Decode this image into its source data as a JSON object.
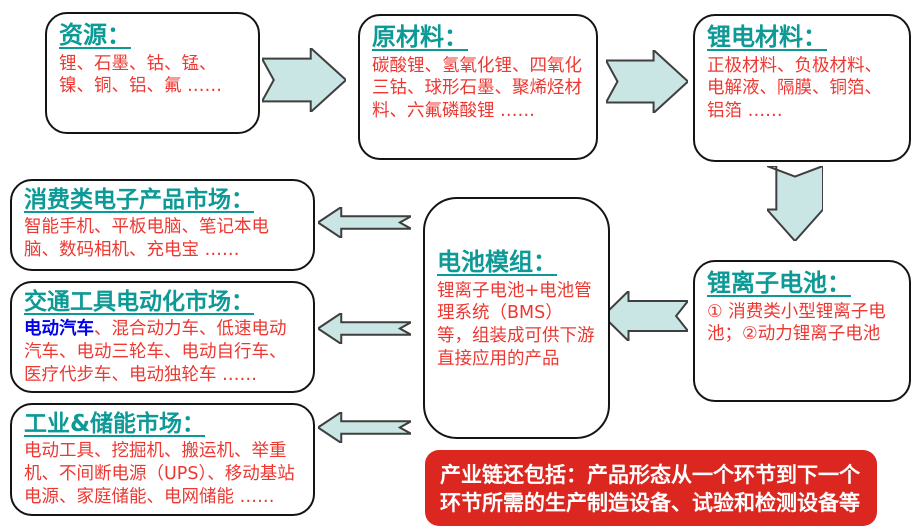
{
  "colors": {
    "heading_teal": "#0D9A96",
    "body_red": "#ED3832",
    "highlight_blue": "#0000EE",
    "arrow_fill": "#C9E6E5",
    "arrow_stroke": "#3F3F3F",
    "note_background": "#DC2620",
    "note_text": "#FFFFFF",
    "box_border": "#141414"
  },
  "boxes": {
    "resource": {
      "title": "资源：",
      "body": "锂、石墨、钴、锰、镍、铜、铝、氟 ……"
    },
    "raw_materials": {
      "title": "原材料：",
      "body": "碳酸锂、氢氧化锂、四氧化三钴、球形石墨、聚烯烃材料、六氟磷酸锂 ……"
    },
    "lithium_battery_materials": {
      "title": "锂电材料：",
      "body": "正极材料、负极材料、电解液、隔膜、铜箔、铝箔 ……"
    },
    "lithium_ion_battery": {
      "title": "锂离子电池：",
      "body": "① 消费类小型锂离子电池；②动力锂离子电池"
    },
    "battery_module": {
      "title": "电池模组：",
      "body": "锂离子电池+电池管理系统（BMS）等，组装成可供下游直接应用的产品"
    },
    "consumer_market": {
      "title": "消费类电子产品市场：",
      "body": "智能手机、平板电脑、笔记本电脑、数码相机、充电宝 ……"
    },
    "transport_market": {
      "title": "交通工具电动化市场：",
      "highlight": "电动汽车",
      "body": "、混合动力车、低速电动汽车、电动三轮车、电动自行车、医疗代步车、电动独轮车 ……"
    },
    "industrial_market": {
      "title": "工业&储能市场：",
      "body": "电动工具、挖掘机、搬运机、举重机、不间断电源（UPS）、移动基站电源、家庭储能、电网储能 ……"
    }
  },
  "note": {
    "text": "产业链还包括：产品形态从一个环节到下一个环节所需的生产制造设备、试验和检测设备等"
  },
  "arrows": [
    {
      "name": "arrow-resource-to-raw-materials",
      "direction": "right"
    },
    {
      "name": "arrow-raw-materials-to-lithium-battery-materials",
      "direction": "right"
    },
    {
      "name": "arrow-lithium-battery-materials-to-lithium-ion-battery",
      "direction": "down"
    },
    {
      "name": "arrow-lithium-ion-battery-to-battery-module",
      "direction": "left"
    },
    {
      "name": "arrow-battery-module-to-consumer-market",
      "direction": "left"
    },
    {
      "name": "arrow-battery-module-to-transport-market",
      "direction": "left"
    },
    {
      "name": "arrow-battery-module-to-industrial-market",
      "direction": "left"
    }
  ]
}
